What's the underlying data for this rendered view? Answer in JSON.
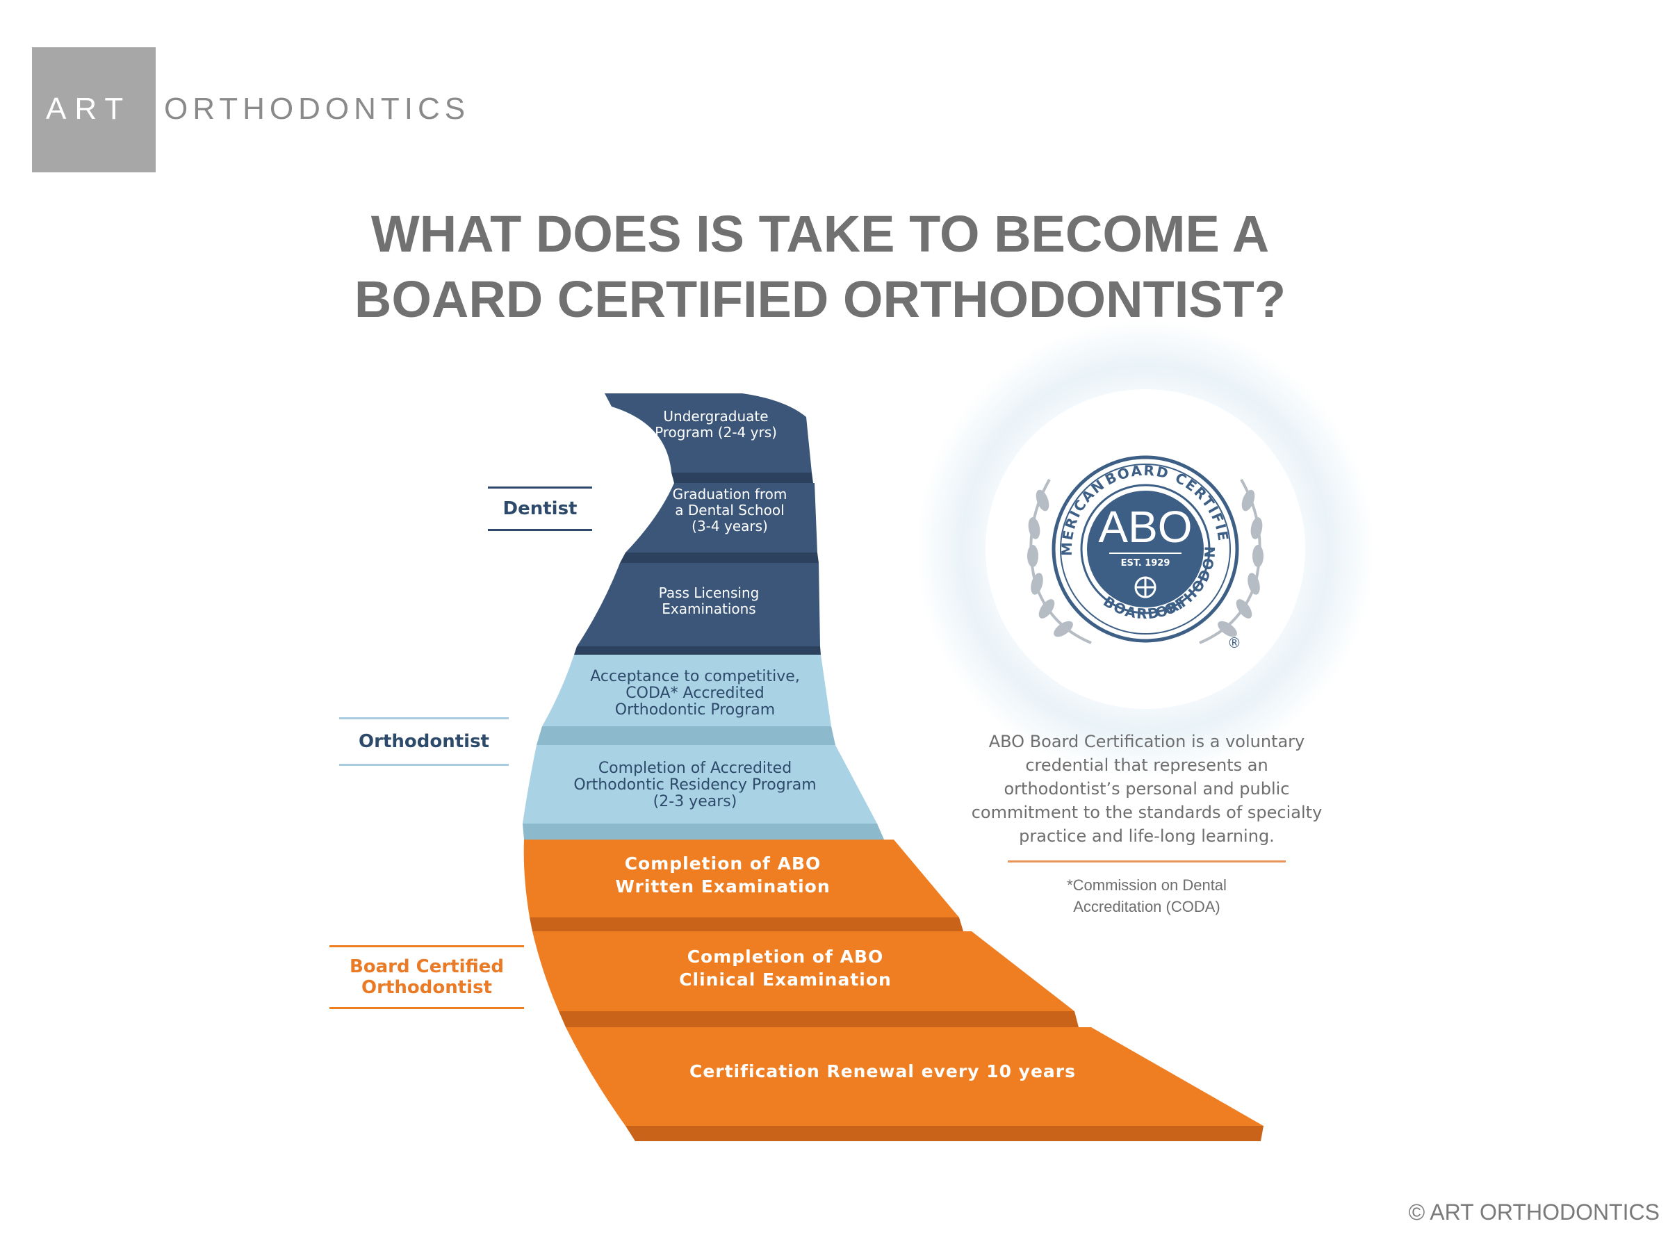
{
  "logo": {
    "art": "ART",
    "name": "ORTHODONTICS"
  },
  "title": {
    "line1": "WHAT DOES IS TAKE TO BECOME A",
    "line2": "BOARD CERTIFIED ORTHODONTIST?"
  },
  "side_labels": {
    "dentist": "Dentist",
    "orthodontist": "Orthodontist",
    "board_line1": "Board Certified",
    "board_line2": "Orthodontist"
  },
  "steps": [
    {
      "line1": "Undergraduate",
      "line2": "Program (2-4 yrs)",
      "line3": ""
    },
    {
      "line1": "Graduation from",
      "line2": "a Dental School",
      "line3": "(3-4 years)"
    },
    {
      "line1": "Pass Licensing",
      "line2": "Examinations",
      "line3": ""
    },
    {
      "line1": "Acceptance to competitive,",
      "line2": "CODA* Accredited",
      "line3": "Orthodontic Program"
    },
    {
      "line1": "Completion of Accredited",
      "line2": "Orthodontic Residency Program",
      "line3": "(2-3 years)"
    },
    {
      "line1": "Completion of ABO",
      "line2": "Written Examination",
      "line3": ""
    },
    {
      "line1": "Completion of ABO",
      "line2": "Clinical Examination",
      "line3": ""
    },
    {
      "line1": "Certification Renewal every 10 years",
      "line2": "",
      "line3": ""
    }
  ],
  "seal": {
    "ring_top": "BOARD CERTIFIED",
    "ring_left": "AMERICAN",
    "ring_bottom": "BOARD OF",
    "ring_right": "ORTHODONTICS",
    "center": "ABO",
    "est": "EST. 1929",
    "registered": "®"
  },
  "description": {
    "line1": "ABO Board Certification is a voluntary",
    "line2": "credential that represents an",
    "line3": "orthodontist’s personal and public",
    "line4": "commitment to the standards of specialty",
    "line5": "practice and life-long learning."
  },
  "footnote": {
    "line1": "*Commission on Dental",
    "line2": "Accreditation (CODA)"
  },
  "copyright": "© ART ORTHODONTICS",
  "colors": {
    "dark_blue": "#3b5679",
    "light_blue": "#a9d3e4",
    "orange": "#ef7d22",
    "seal_blue": "#3d5f86",
    "text_gray": "#717171"
  }
}
